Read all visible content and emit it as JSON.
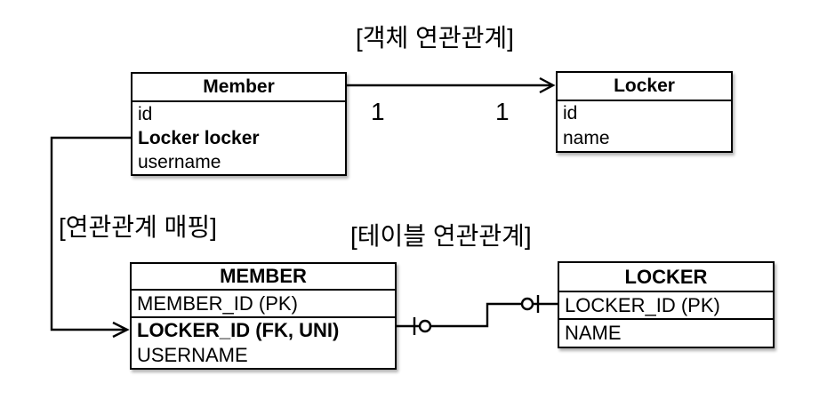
{
  "labels": {
    "object_relation": "[객체 연관관계]",
    "mapping": "[연관관계 매핑]",
    "table_relation": "[테이블 연관관계]"
  },
  "object_model": {
    "member": {
      "title": "Member",
      "fields": [
        "id",
        "Locker locker",
        "username"
      ]
    },
    "locker": {
      "title": "Locker",
      "fields": [
        "id",
        "name"
      ]
    },
    "multiplicity": {
      "member_side": "1",
      "locker_side": "1"
    }
  },
  "table_model": {
    "member": {
      "title": "MEMBER",
      "primary_key": "MEMBER_ID (PK)",
      "columns": [
        "LOCKER_ID (FK, UNI)",
        "USERNAME"
      ]
    },
    "locker": {
      "title": "LOCKER",
      "primary_key": "LOCKER_ID (PK)",
      "columns": [
        "NAME"
      ]
    }
  },
  "colors": {
    "line": "#000000",
    "background": "#ffffff",
    "box_fill": "#ffffff",
    "text": "#000000"
  }
}
